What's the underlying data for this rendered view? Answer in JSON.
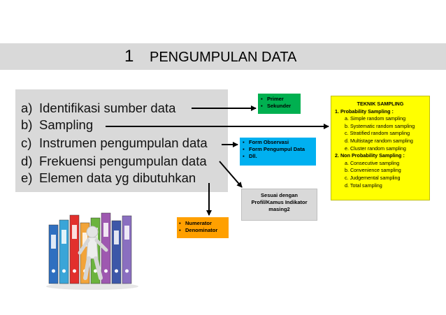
{
  "header": {
    "number": "1",
    "title": "PENGUMPULAN DATA"
  },
  "main_list": [
    {
      "label": "a)",
      "text": "Identifikasi sumber data"
    },
    {
      "label": "b)",
      "text": "Sampling"
    },
    {
      "label": "c)",
      "text": "Instrumen pengumpulan data"
    },
    {
      "label": "d)",
      "text": "Frekuensi pengumpulan data"
    },
    {
      "label": "e)",
      "text": "Elemen data yg dibutuhkan"
    }
  ],
  "sumber_data_box": {
    "items": [
      "Primer",
      "Sekunder"
    ],
    "color": "#00b050"
  },
  "instrumen_box": {
    "items": [
      "Form Observasi",
      "Form Pengumpul Data",
      "Dll."
    ],
    "color": "#00b0f0"
  },
  "elemen_box": {
    "items": [
      "Numerator",
      "Denominator"
    ],
    "color": "#ffa000"
  },
  "frekuensi_box": {
    "text": "Sesuai dengan Profil/Kamus Indikator masing2",
    "color": "#d9d9d9"
  },
  "sampling_box": {
    "title": "TEKNIK SAMPLING",
    "groups": [
      {
        "heading": "1.  Probability Sampling :",
        "items": [
          "a.  Simple random sampling",
          "b.  Systematic random sampling",
          "c.  Stratified random sampling",
          "d.  Multistage random sampling",
          "e.  Cluster random sampling"
        ]
      },
      {
        "heading": "2.  Non Probability Sampling :",
        "items": [
          "a.  Consecutive sampling",
          "b.  Convenience sampling",
          "c.  Judgemental sampling",
          "d.  Total sampling"
        ]
      }
    ],
    "color": "#ffff00"
  },
  "illustration": {
    "icon": "binders-with-figure-illustration",
    "binder_colors": [
      "#2f6fc0",
      "#3aa5d8",
      "#e2302d",
      "#f2a43a",
      "#6bb33d",
      "#9e58b0",
      "#3c57a8",
      "#8a6fc0"
    ]
  }
}
